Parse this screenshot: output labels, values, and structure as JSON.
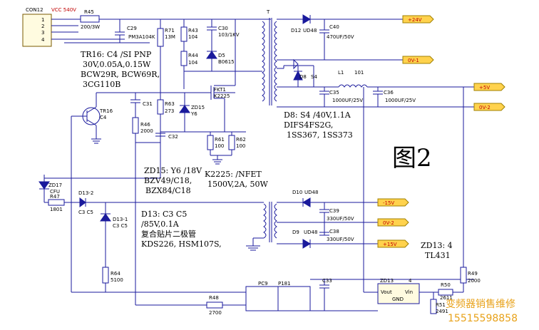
{
  "figure_label": "图2",
  "connector": {
    "name": "CON12",
    "pins": [
      "1",
      "2",
      "3",
      "4"
    ],
    "vcc": "VCC 540V"
  },
  "components": {
    "R45": "R45",
    "R45_val": "200/3W",
    "C29": "C29",
    "C29_val": "PM3A104K",
    "R71": "R71",
    "R71_val": "13M",
    "R43": "R43",
    "R43_val": "104",
    "R44": "R44",
    "R44_val": "104",
    "C30": "C30",
    "C30_val": "103/1KV",
    "D5": "D5",
    "D5_val": "B0615",
    "FKT1": "FKT1",
    "FKT1_val": "K2225",
    "C31": "C31",
    "R63": "R63",
    "R63_val": "273",
    "ZD15": "ZD15",
    "ZD15_val": "Y6",
    "R46": "R46",
    "R46_val": "2000",
    "C32": "C32",
    "R61": "R61",
    "R61_val": "100",
    "R62": "R62",
    "R62_val": "100",
    "TR16": "TR16",
    "TR16_val": "C4",
    "ZD17": "ZD17",
    "ZD17_val": "CFU",
    "R47": "R47",
    "R47_val": "1801",
    "D13_2": "D13-2",
    "D13_2_val": "C3 C5",
    "D13_1": "D13-1",
    "D13_1_val": "C3 C5",
    "R64": "R64",
    "R64_val": "5100",
    "T": "T",
    "D12": "D12",
    "D12_val": "UD48",
    "C40": "C40",
    "C40_val": "470UF/50V",
    "D8": "D8",
    "D8_val": "S4",
    "L1": "L1",
    "L1_val": "101",
    "C35": "C35",
    "C35_val": "1000UF/25V",
    "C36": "C36",
    "C36_val": "1000UF/25V",
    "D10": "D10",
    "D10_val": "UD48",
    "C39": "C39",
    "C39_val": "330UF/50V",
    "D9": "D9",
    "D9_val": "UD48",
    "C38": "C38",
    "C38_val": "330UF/50V",
    "PC9": "PC9",
    "P181": "P181",
    "C33": "C33",
    "R48": "R48",
    "R48_val": "2700",
    "ZD13": "ZD13",
    "ZD13_pin": "4",
    "ZD13_vout": "Vout",
    "ZD13_vin": "Vin",
    "ZD13_gnd": "GND",
    "R50": "R50",
    "R50_val": "2611",
    "R51": "R51",
    "R51_val": "2491",
    "R49": "R49",
    "R49_val": "2000"
  },
  "rails": {
    "p24": "+24V",
    "ov1": "0V-1",
    "p5": "+5V",
    "ov2": "0V-2",
    "m15": "-15V",
    "ov2b": "0V-2",
    "p15": "+15V"
  },
  "notes": {
    "tr16": [
      "TR16: C4 /SI PNP",
      "30V,0.05A,0.15W",
      "BCW29R, BCW69R,",
      "3CG110B"
    ],
    "zd15": [
      "ZD15: Y6 /18V",
      "BZV49/C18,",
      "BZX84/C18"
    ],
    "k2225": [
      "K2225: /NFET",
      "1500V,2A, 50W"
    ],
    "d8": [
      "D8: S4 /40V,1.1A",
      "DIFS4FS2G,",
      "1SS367, 1SS373"
    ],
    "d13": [
      "D13: C3 C5",
      "/85V,0.1A",
      "复合贴片二极管",
      "KDS226, HSM107S,"
    ],
    "zd13": [
      "ZD13:  4",
      "TL431"
    ]
  },
  "watermark": [
    "变频器销售维修",
    "15515598858"
  ],
  "colors": {
    "line": "#1a1a9c",
    "rail_fill": "#ffd24d",
    "rail_text": "#c00000",
    "label_red": "#c00000",
    "watermark": "#e8a21a"
  }
}
